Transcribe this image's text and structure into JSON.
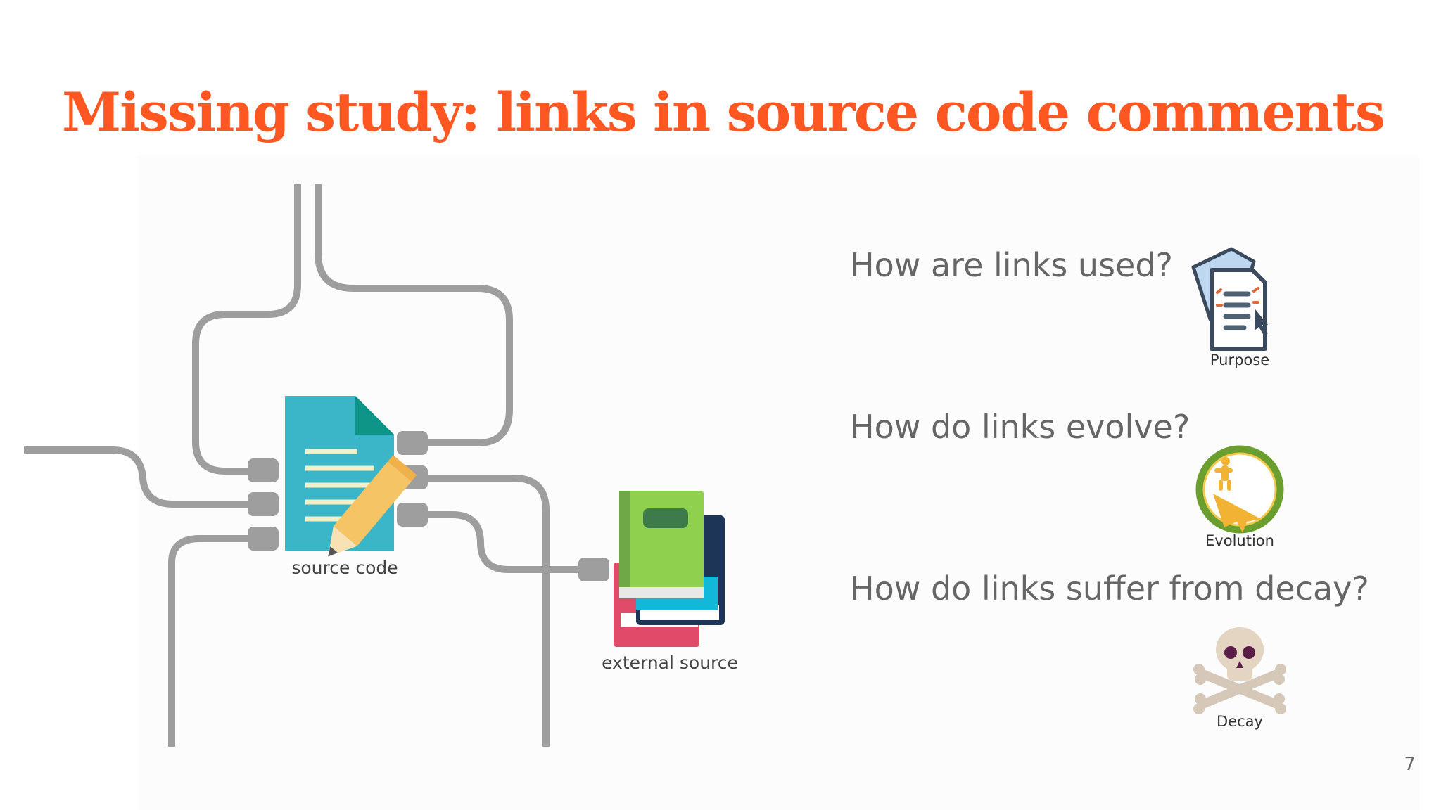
{
  "title": "Missing study: links in source code comments",
  "diagram": {
    "source_label": "source code",
    "external_label": "external source"
  },
  "questions": [
    {
      "text": "How are links used?",
      "icon": "purpose-document-icon",
      "caption": "Purpose"
    },
    {
      "text": "How do links evolve?",
      "icon": "evolution-arrow-icon",
      "caption": "Evolution"
    },
    {
      "text": "How do links suffer from decay?",
      "icon": "skull-crossbones-icon",
      "caption": "Decay"
    }
  ],
  "slide_number": "7",
  "colors": {
    "title": "#ff5722",
    "pipe": "#9e9e9e",
    "document": "#3bb5c8",
    "pencil": "#f5c565",
    "book_green": "#8fd14f",
    "question_text": "#666666"
  }
}
